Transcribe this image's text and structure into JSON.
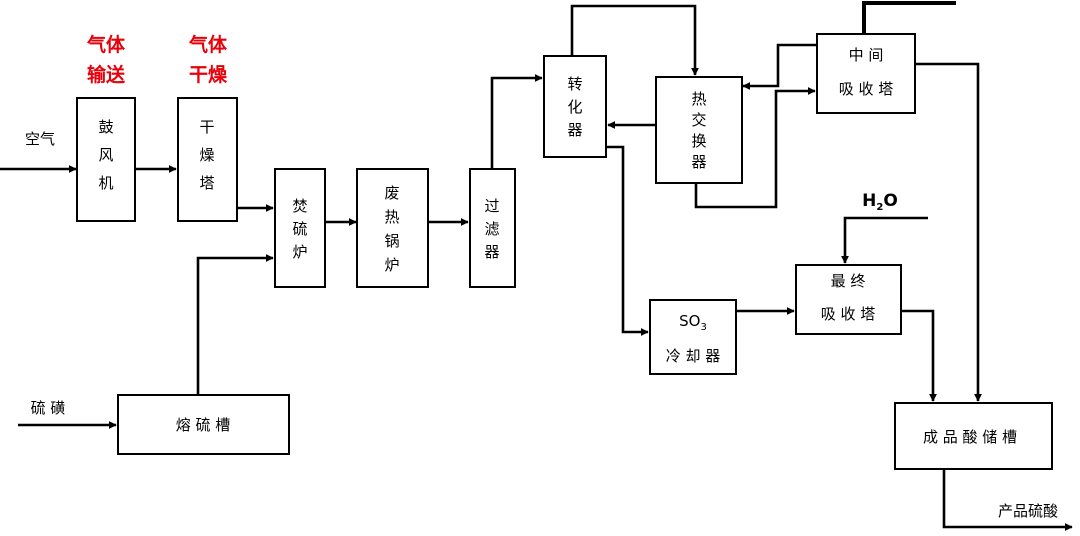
{
  "annotations": {
    "gas_transport": [
      "气体",
      "输送"
    ],
    "gas_drying": [
      "气体",
      "干燥"
    ]
  },
  "inputs": {
    "air": "空气",
    "sulfur": "硫 磺",
    "water": {
      "base": "H",
      "sub": "2",
      "tail": "O"
    }
  },
  "output": {
    "product": "产品硫酸"
  },
  "units": {
    "blower": [
      "鼓",
      "风",
      "机"
    ],
    "dryer": [
      "干",
      "燥",
      "塔"
    ],
    "burner": [
      "焚",
      "硫",
      "炉"
    ],
    "boiler": [
      "废",
      "热",
      "锅",
      "炉"
    ],
    "filter": [
      "过",
      "滤",
      "器"
    ],
    "converter": [
      "转",
      "化",
      "器"
    ],
    "heat_exchanger": [
      "热",
      "交",
      "换",
      "器"
    ],
    "intermediate_absorber": [
      "中 间",
      "吸 收 塔"
    ],
    "final_absorber": [
      "最 终",
      "吸 收 塔"
    ],
    "so3_cooler": {
      "formula_base": "SO",
      "formula_sub": "3",
      "label": "冷 却 器"
    },
    "melting_tank": "熔 硫 槽",
    "storage_tank": "成 品 酸 储 槽"
  },
  "style": {
    "line_color": "#000000",
    "annotation_color": "#e8000b"
  }
}
